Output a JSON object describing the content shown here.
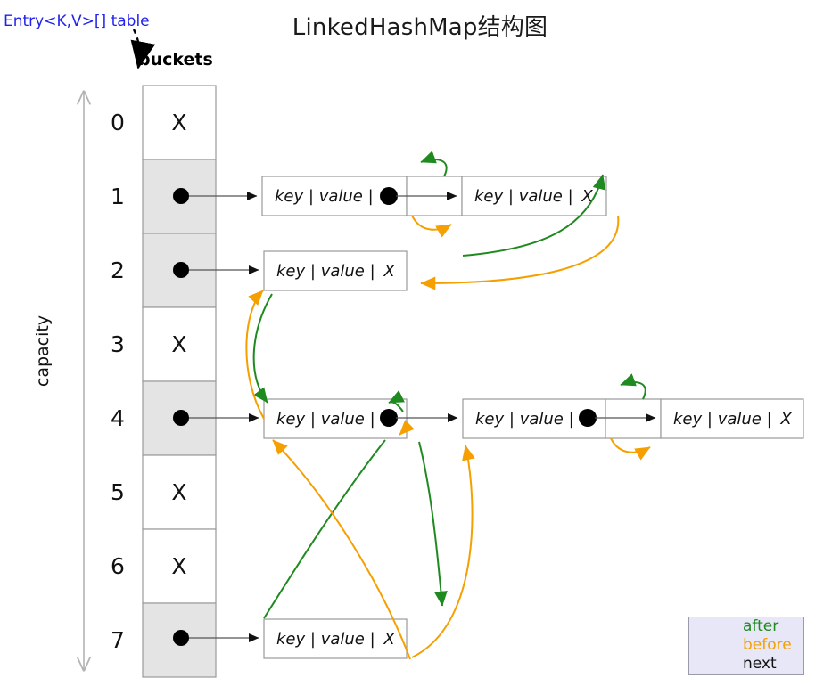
{
  "title": "LinkedHashMap结构图",
  "labels": {
    "entry_table": "Entry<K,V>[] table",
    "buckets": "buckets",
    "capacity": "capacity"
  },
  "colors": {
    "after": "#1f8a20",
    "before": "#f5a000",
    "next": "#111111",
    "entry_label": "#2222ee",
    "bucket_filled": "#e4e4e4",
    "bucket_empty": "#ffffff",
    "box_border": "#9a9a9a",
    "legend_bg": "#e7e7f7",
    "legend_border": "#9a9aa8",
    "capacity_arrow": "#b3b3b3"
  },
  "table": {
    "capacity": 8,
    "buckets": [
      {
        "index": "0",
        "state": "empty",
        "mark": "X",
        "nodes": 0
      },
      {
        "index": "1",
        "state": "filled",
        "mark": "●",
        "nodes": 2
      },
      {
        "index": "2",
        "state": "filled",
        "mark": "●",
        "nodes": 1
      },
      {
        "index": "3",
        "state": "empty",
        "mark": "X",
        "nodes": 0
      },
      {
        "index": "4",
        "state": "filled",
        "mark": "●",
        "nodes": 3
      },
      {
        "index": "5",
        "state": "empty",
        "mark": "X",
        "nodes": 0
      },
      {
        "index": "6",
        "state": "empty",
        "mark": "X",
        "nodes": 0
      },
      {
        "index": "7",
        "state": "filled",
        "mark": "●",
        "nodes": 1
      }
    ]
  },
  "nodes": [
    {
      "id": "n1a",
      "bucket": "1",
      "key": "key",
      "sep": "|",
      "value": "value",
      "next": "●"
    },
    {
      "id": "n1b",
      "bucket": "1",
      "key": "key",
      "sep": "|",
      "value": "value",
      "next": "X"
    },
    {
      "id": "n2a",
      "bucket": "2",
      "key": "key",
      "sep": "|",
      "value": "value",
      "next": "X"
    },
    {
      "id": "n4a",
      "bucket": "4",
      "key": "key",
      "sep": "|",
      "value": "value",
      "next": "●"
    },
    {
      "id": "n4b",
      "bucket": "4",
      "key": "key",
      "sep": "|",
      "value": "value",
      "next": "●"
    },
    {
      "id": "n4c",
      "bucket": "4",
      "key": "key",
      "sep": "|",
      "value": "value",
      "next": "X"
    },
    {
      "id": "n7a",
      "bucket": "7",
      "key": "key",
      "sep": "|",
      "value": "value",
      "next": "X"
    }
  ],
  "legend": {
    "after": "after",
    "before": "before",
    "next": "next"
  }
}
